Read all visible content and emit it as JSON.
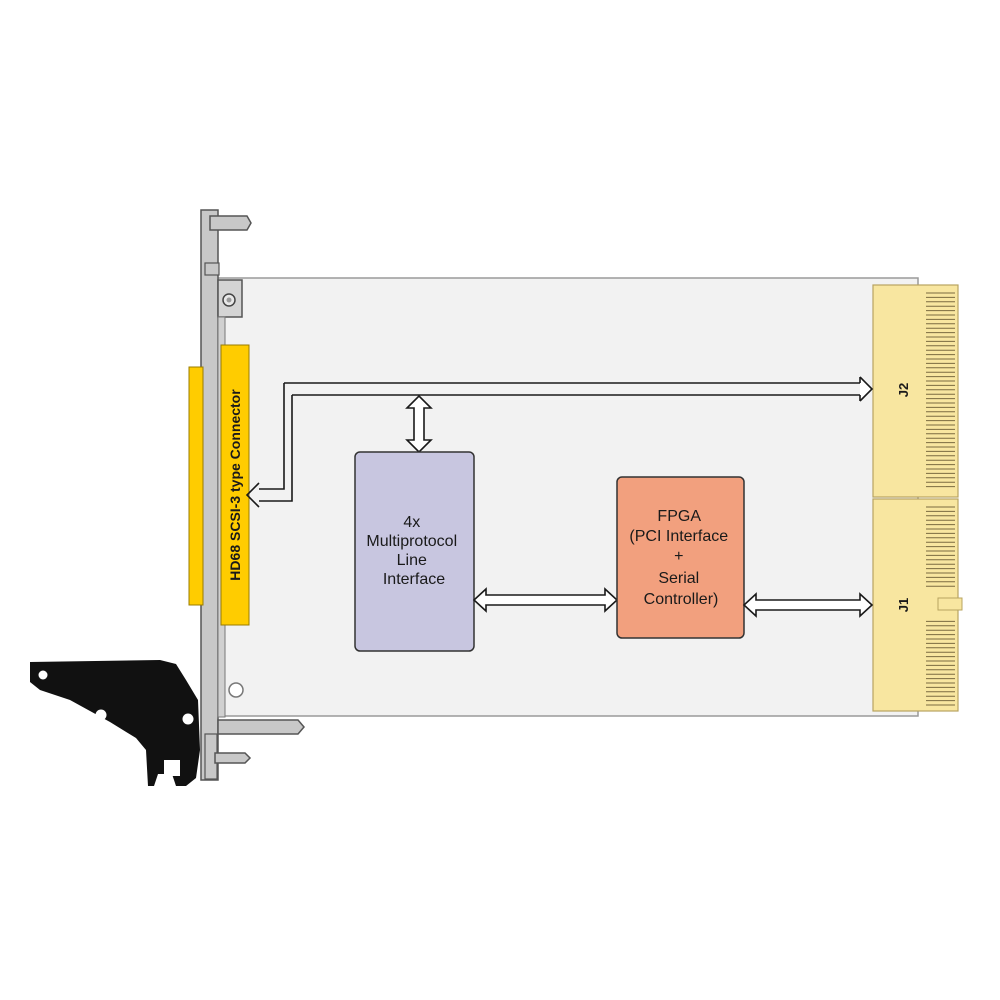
{
  "diagram": {
    "connector_label": "HD68 SCSI-3 type Connector",
    "line_interface": [
      "4x",
      "Multiprotocol",
      "Line",
      "Interface"
    ],
    "fpga": [
      "FPGA",
      "(PCI Interface",
      "+",
      "Serial",
      "Controller)"
    ],
    "j2_label": "J2",
    "j1_label": "J1"
  },
  "colors": {
    "board": "#f2f2f2",
    "line_interface_fill": "#c8c6e0",
    "fpga_fill": "#f2a07e",
    "backplane_connector": "#f8e6a0",
    "scsi_connector": "#ffcc00",
    "bracket_gray": "#c8c8c8",
    "handle": "#111111"
  }
}
